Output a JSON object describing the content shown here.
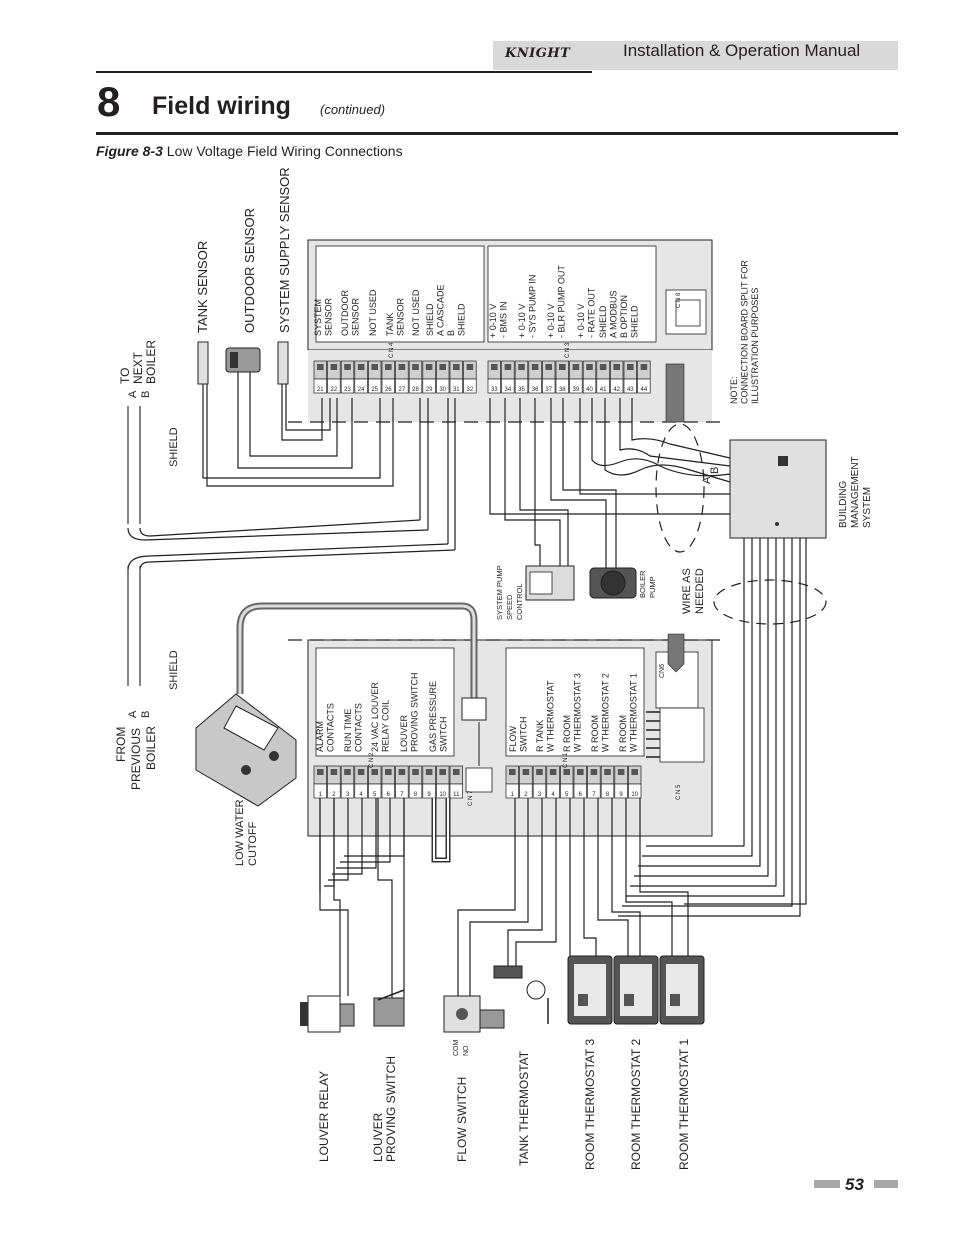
{
  "header": {
    "logo_text": "KNIGHT",
    "manual_title": "Installation & Operation Manual"
  },
  "section": {
    "number": "8",
    "title": "Field wiring",
    "subtitle": "(continued)"
  },
  "figure": {
    "label": "Figure 8-3",
    "caption": "Low Voltage Field Wiring Connections"
  },
  "diagram": {
    "upper_sensor_labels": [
      "TANK SENSOR",
      "OUTDOOR SENSOR",
      "SYSTEM SUPPLY SENSOR"
    ],
    "to_next_boiler": [
      "TO",
      "NEXT",
      "BOILER"
    ],
    "ab_label": [
      "A",
      "B"
    ],
    "shield": "SHIELD",
    "from_previous_boiler": [
      "FROM",
      "PREVIOUS",
      "BOILER"
    ],
    "upper_left_terminals": [
      [
        "SYSTEM",
        "SENSOR"
      ],
      [
        "OUTDOOR",
        "SENSOR"
      ],
      [
        "NOT USED"
      ],
      [
        "TANK",
        "SENSOR"
      ],
      [
        "NOT USED"
      ],
      [
        "SHIELD",
        "A        CASCADE",
        "B",
        "SHIELD"
      ]
    ],
    "upper_left_numbers": [
      "21",
      "22",
      "23",
      "24",
      "25",
      "26",
      "27",
      "28",
      "29",
      "30",
      "31",
      "32"
    ],
    "cn4": "C N 4",
    "upper_right_terminals": [
      [
        "+  0-10 V",
        "-  BMS IN"
      ],
      [
        "+  0-10 V",
        "-  SYS PUMP IN"
      ],
      [
        "+  0-10 V",
        "-  BLR PUMP OUT"
      ],
      [
        "+  0-10 V",
        "-  RATE OUT"
      ],
      [
        "SHIELD",
        "A    MODBUS",
        "B    OPTION",
        "SHIELD"
      ]
    ],
    "upper_right_numbers": [
      "33",
      "34",
      "35",
      "36",
      "37",
      "38",
      "39",
      "40",
      "41",
      "42",
      "43",
      "44"
    ],
    "cn3": "C N 3",
    "cn8": "C N 8",
    "note": [
      "NOTE:",
      "CONNECTION BOARD SPLIT FOR",
      "ILLUSTRATION PURPOSES"
    ],
    "bms": [
      "BUILDING",
      "MANAGEMENT",
      "SYSTEM"
    ],
    "system_pump_speed_control": [
      "SYSTEM PUMP",
      "SPEED",
      "CONTROL"
    ],
    "boiler_pump": [
      "BOILER",
      "PUMP"
    ],
    "wire_as_needed": [
      "WIRE AS",
      "NEEDED"
    ],
    "lower_left_terminals": [
      [
        "ALARM",
        "CONTACTS"
      ],
      [
        "RUN TIME",
        "CONTACTS"
      ],
      [
        "24 VAC LOUVER",
        "RELAY COIL"
      ],
      [
        "LOUVER",
        "PROVING SWITCH"
      ],
      [
        "GAS PRESSURE",
        "SWITCH"
      ]
    ],
    "lower_left_numbers": [
      "1",
      "2",
      "3",
      "4",
      "5",
      "6",
      "7",
      "8",
      "9",
      "10",
      "11"
    ],
    "cn2": "C N 2",
    "cn7": "C N 7",
    "lower_right_terminals": [
      [
        "FLOW",
        "SWITCH"
      ],
      [
        "R  TANK",
        "W  THERMOSTAT"
      ],
      [
        "R  ROOM",
        "W  THERMOSTAT 3"
      ],
      [
        "R  ROOM",
        "W  THERMOSTAT 2"
      ],
      [
        "R  ROOM",
        "W  THERMOSTAT 1"
      ]
    ],
    "lower_right_numbers": [
      "1",
      "2",
      "3",
      "4",
      "5",
      "6",
      "7",
      "8",
      "9",
      "10"
    ],
    "cn1": "C N 1",
    "cn6": "CN6",
    "cn5": "C N 5",
    "low_water_cutoff": [
      "LOW WATER",
      "CUTOFF"
    ],
    "com_no": [
      "COM",
      "NO"
    ],
    "bottom_device_labels": [
      [
        "LOUVER RELAY"
      ],
      [
        "LOUVER",
        "PROVING SWITCH"
      ],
      [
        "FLOW SWITCH"
      ],
      [
        "TANK THERMOSTAT"
      ],
      [
        "ROOM THERMOSTAT 3"
      ],
      [
        "ROOM THERMOSTAT 2"
      ],
      [
        "ROOM THERMOSTAT 1"
      ]
    ]
  },
  "footer": {
    "page_number": "53"
  },
  "colors": {
    "text": "#231f20",
    "board": "#e6e6e6",
    "header_band": "#d9d9d9",
    "footer_bar": "#a7a7a7"
  }
}
